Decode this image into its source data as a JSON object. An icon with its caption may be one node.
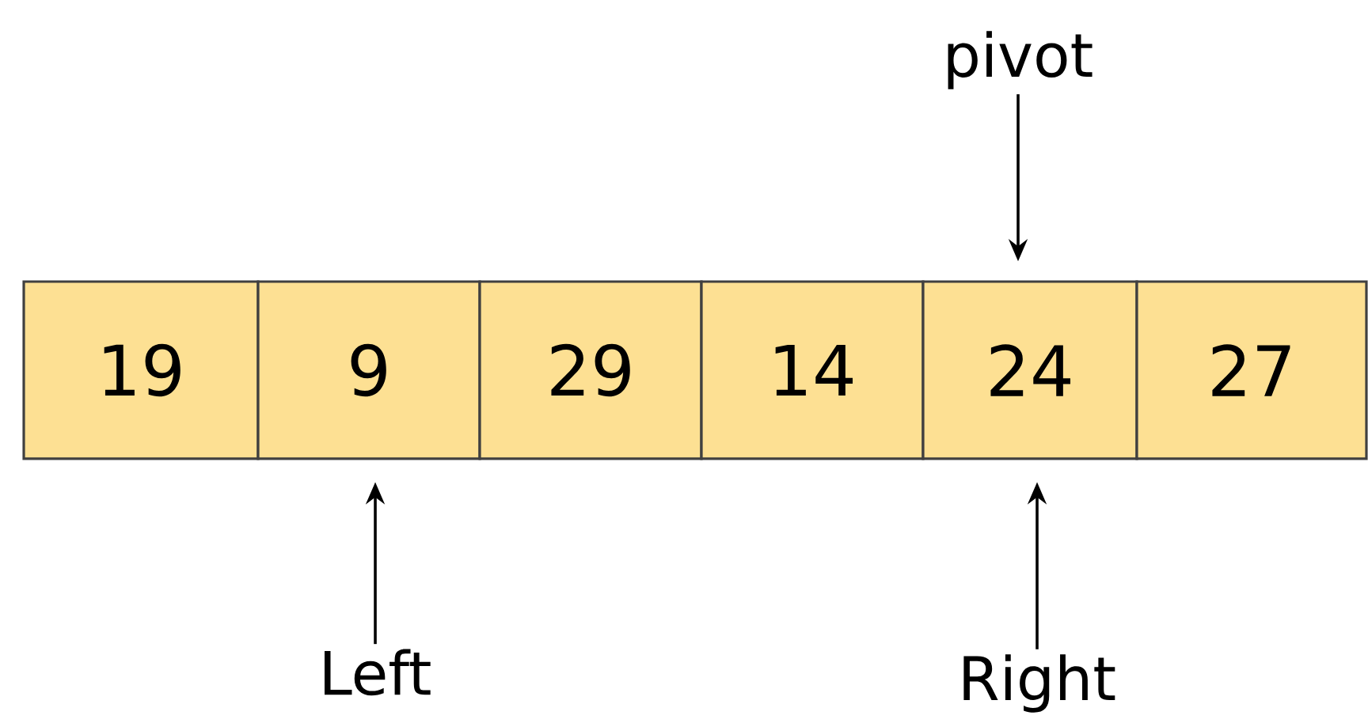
{
  "diagram": {
    "nodes": [
      {
        "text": [
          "19"
        ]
      },
      {
        "text": [
          "9"
        ]
      },
      {
        "text": [
          "29"
        ]
      },
      {
        "text": [
          "14"
        ]
      },
      {
        "text": [
          "24"
        ]
      },
      {
        "text": [
          "27"
        ]
      },
      {
        "text": [
          "pivot"
        ]
      },
      {
        "text": [
          "Left"
        ]
      },
      {
        "text": [
          "Right"
        ]
      }
    ],
    "edges": [
      {
        "from": 6,
        "to": 4,
        "arrow": "to"
      },
      {
        "from": 7,
        "to": 1,
        "arrow": "to"
      },
      {
        "from": 8,
        "to": 4,
        "arrow": "to"
      }
    ]
  }
}
